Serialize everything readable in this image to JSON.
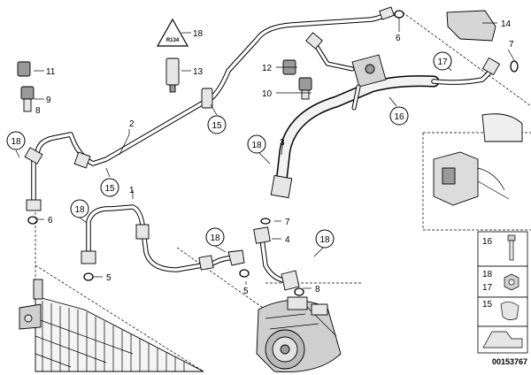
{
  "diagram": {
    "reference_number": "00153767",
    "callouts": [
      {
        "id": "1",
        "label": "1"
      },
      {
        "id": "2",
        "label": "2"
      },
      {
        "id": "3",
        "label": "3"
      },
      {
        "id": "4",
        "label": "4"
      },
      {
        "id": "5a",
        "label": "5"
      },
      {
        "id": "5b",
        "label": "5"
      },
      {
        "id": "6a",
        "label": "6"
      },
      {
        "id": "6b",
        "label": "6"
      },
      {
        "id": "7a",
        "label": "7"
      },
      {
        "id": "7b",
        "label": "7"
      },
      {
        "id": "8a",
        "label": "8"
      },
      {
        "id": "8b",
        "label": "8"
      },
      {
        "id": "9",
        "label": "9"
      },
      {
        "id": "10",
        "label": "10"
      },
      {
        "id": "11",
        "label": "11"
      },
      {
        "id": "12",
        "label": "12"
      },
      {
        "id": "13",
        "label": "13"
      },
      {
        "id": "14",
        "label": "14"
      },
      {
        "id": "18a",
        "label": "18"
      }
    ],
    "circled_callouts": [
      {
        "id": "c15a",
        "label": "15"
      },
      {
        "id": "c15b",
        "label": "15"
      },
      {
        "id": "c16",
        "label": "16"
      },
      {
        "id": "c17",
        "label": "17"
      },
      {
        "id": "c18a",
        "label": "18"
      },
      {
        "id": "c18b",
        "label": "18"
      },
      {
        "id": "c18c",
        "label": "18"
      },
      {
        "id": "c18d",
        "label": "18"
      },
      {
        "id": "c18e",
        "label": "18"
      }
    ],
    "warning_triangle_label": "R134",
    "legend": [
      {
        "id": "l16",
        "label": "16"
      },
      {
        "id": "l18",
        "label": "18"
      },
      {
        "id": "l17",
        "label": "17"
      },
      {
        "id": "l15",
        "label": "15"
      }
    ]
  }
}
